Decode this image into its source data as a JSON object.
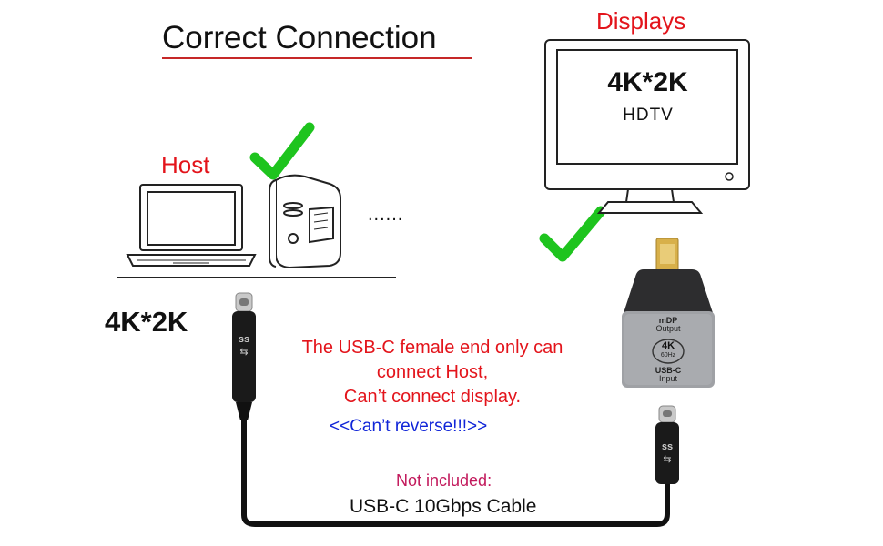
{
  "title": "Correct Connection",
  "host_label": "Host",
  "displays_label": "Displays",
  "monitor": {
    "resolution": "4K*2K",
    "type": "HDTV"
  },
  "ellipsis": "......",
  "left_resolution": "4K*2K",
  "warning": {
    "line1": "The USB-C female end only can",
    "line2": "connect Host,",
    "line3": "Can’t connect display."
  },
  "reverse_note": "<<Can’t reverse!!!>>",
  "not_included": "Not included:",
  "cable_name": "USB-C 10Gbps Cable",
  "adapter": {
    "top_label_1": "mDP",
    "top_label_2": "Output",
    "badge_top": "4K",
    "badge_bottom": "60Hz",
    "bottom_label_1": "USB-C",
    "bottom_label_2": "Input"
  },
  "colors": {
    "check_green": "#1ec41e",
    "heading_red": "#e3141b",
    "note_blue": "#1025d8",
    "note_magenta": "#c2185b"
  }
}
